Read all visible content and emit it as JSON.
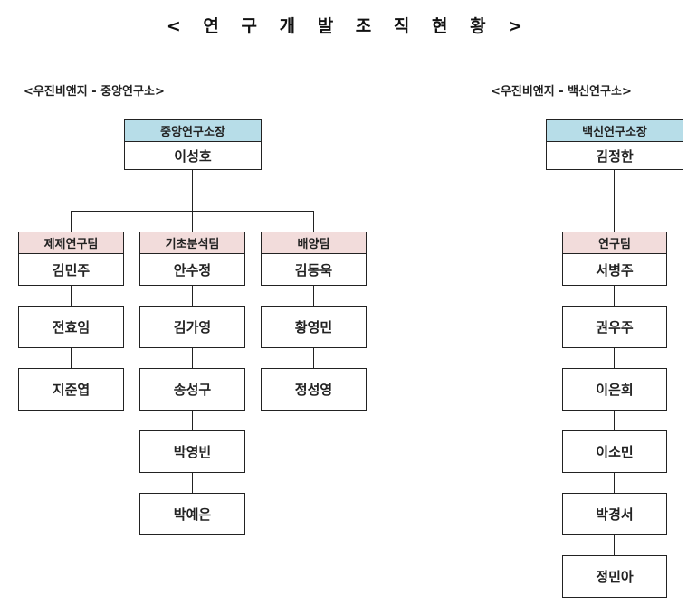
{
  "title": "< 연 구 개 발 조 직 현 황 >",
  "sections": {
    "central": {
      "label": "<우진비앤지 - 중앙연구소>",
      "head": {
        "role": "중앙연구소장",
        "name": "이성호"
      },
      "teams": [
        {
          "name": "제제연구팀",
          "members": [
            "김민주",
            "전효임",
            "지준엽"
          ]
        },
        {
          "name": "기초분석팀",
          "members": [
            "안수정",
            "김가영",
            "송성구",
            "박영빈",
            "박예은"
          ]
        },
        {
          "name": "배양팀",
          "members": [
            "김동욱",
            "황영민",
            "정성영"
          ]
        }
      ]
    },
    "vaccine": {
      "label": "<우진비앤지 - 백신연구소>",
      "head": {
        "role": "백신연구소장",
        "name": "김정한"
      },
      "teams": [
        {
          "name": "연구팀",
          "members": [
            "서병주",
            "권우주",
            "이은희",
            "이소민",
            "박경서",
            "정민아"
          ]
        }
      ]
    }
  },
  "colors": {
    "head_header": "#b7dde8",
    "team_header": "#f2dcdb",
    "line": "#222222"
  }
}
